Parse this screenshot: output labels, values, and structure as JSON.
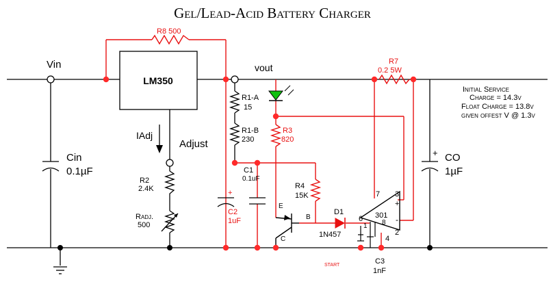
{
  "title": "Gel/Lead-Acid Battery Charger",
  "regulator": "LM350",
  "nodes": {
    "vin": "Vin",
    "vout": "vout",
    "adjust": "Adjust",
    "iadj": "IAdj"
  },
  "cin": {
    "name": "Cin",
    "value": "0.1µF"
  },
  "co": {
    "name": "CO",
    "value": "1µF",
    "polarity": "+"
  },
  "r8": "R8  500",
  "r7": {
    "name": "R7",
    "value": "0.2 5W"
  },
  "r1a": {
    "name": "R1-A",
    "value": "15"
  },
  "r1b": {
    "name": "R1-B",
    "value": "230"
  },
  "r3": {
    "name": "R3",
    "value": "820"
  },
  "r4": {
    "name": "R4",
    "value": "15K"
  },
  "r2": {
    "name": "R2",
    "value": "2.4K"
  },
  "radj": {
    "name": "Radj.",
    "value": "500"
  },
  "c1": {
    "name": "C1",
    "value": "0.1uF"
  },
  "c2": {
    "name": "C2",
    "value": "1uF",
    "polarity": "+"
  },
  "c3": {
    "name": "C3",
    "value": "1nF"
  },
  "d1": {
    "name": "D1",
    "part": "1N457"
  },
  "opamp": {
    "part": "301",
    "pins": {
      "p2": "2",
      "p3": "3",
      "p4": "4",
      "p6": "6",
      "p7": "7",
      "p1": "1",
      "p8": "8"
    },
    "plus": "+",
    "minus": "-"
  },
  "transistor": {
    "b": "B",
    "c": "C",
    "e": "E"
  },
  "start": "start",
  "notes": [
    "Initial Service",
    "Charge = 14.3v",
    "Float Charge = 13.8v",
    "given offest V @ 1.3v"
  ],
  "colors": {
    "wire": "#000000",
    "modified": "#e81010",
    "led": "#10c010",
    "node_dot": "#ff2a2a"
  }
}
